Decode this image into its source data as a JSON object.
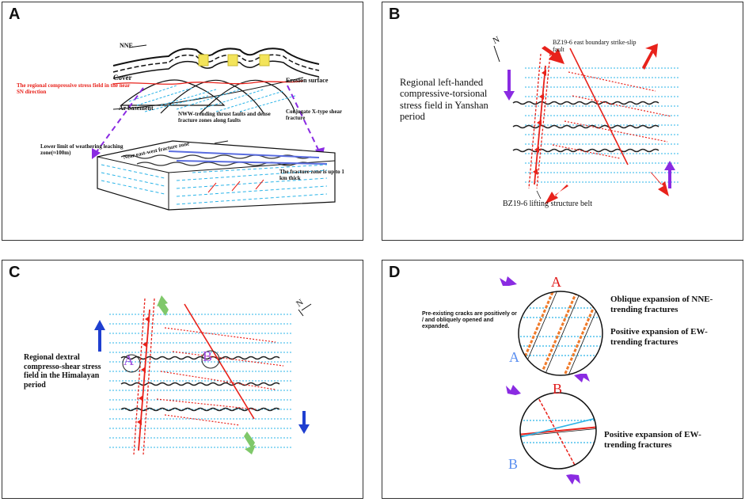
{
  "panels": {
    "A": {
      "label": "A",
      "texts": {
        "nne": "NNE",
        "cover": "Cover",
        "stress": "The regional compressive stress field in the near SN direction",
        "erosion": "Erosion surface",
        "basement": "Ar basement",
        "nww": "NWW-trending thrust faults and dense fracture zones along faults",
        "conjugate": "Conjugate X-type shear fracture",
        "weathering": "Lower limit of weathering leaching zone(≈100m)",
        "east_west": "Near east-west fracture zone",
        "thickness": "The fracture zone is up to 1 km thick"
      }
    },
    "B": {
      "label": "B",
      "texts": {
        "north": "N",
        "boundary_fault": "BZ19-6 east boundary strike-slip fault",
        "stress_field": "Regional left-handed compressive-torsional stress field in Yanshan period",
        "lifting_belt": "BZ19-6 lifting structure belt"
      }
    },
    "C": {
      "label": "C",
      "texts": {
        "north": "N",
        "stress_field": "Regional dextral compresso-shear stress field in the Himalayan period",
        "circle_a": "A",
        "circle_b": "B"
      }
    },
    "D": {
      "label": "D",
      "texts": {
        "cracks": "Pre-existing cracks are positively or / and obliquely opened and expanded.",
        "circle_a_top": "A",
        "side_a": "A",
        "oblique": "Oblique expansion of NNE-trending fractures",
        "positive_ew_1": "Positive expansion of EW-trending fractures",
        "circle_b_top": "B",
        "side_b": "B",
        "positive_ew_2": "Positive expansion of EW-trending fractures"
      }
    }
  },
  "colors": {
    "arrow_red": "#e8221b",
    "arrow_purple": "#8a2be2",
    "arrow_blue": "#1f3fd0",
    "arrow_green": "#7fc86a",
    "dotted_cyan": "#2bb4e8",
    "fracture_orange": "#f07a2a",
    "label_red": "#e01818",
    "label_blue": "#5a8ef0",
    "label_purple": "#a04ce0"
  }
}
